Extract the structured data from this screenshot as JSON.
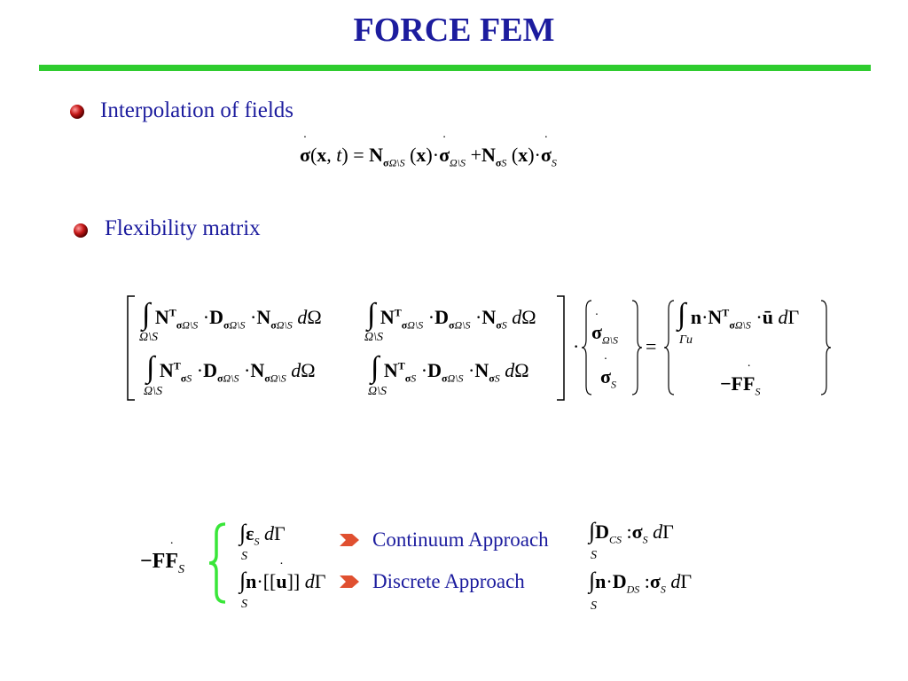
{
  "title": "FORCE FEM",
  "colors": {
    "title": "#1c1c9e",
    "rule": "#2ecc2e",
    "bullet": "#c41818",
    "text": "#1c1c9e",
    "arrow": "#e05030",
    "brace": "#39e639"
  },
  "bullets": [
    {
      "label": "Interpolation of fields",
      "icon": "red-sphere-bullet-icon"
    },
    {
      "label": "Flexibility matrix",
      "icon": "red-sphere-bullet-icon"
    }
  ],
  "equations": {
    "interpolation": {
      "lhs": "σ(x, t) =",
      "term1": "N",
      "term1_sub": "σΩ\\S",
      "term1_arg": "(x) ·",
      "term2": "σ",
      "term2_sub": "Ω\\S",
      "plus": "+",
      "term3": "N",
      "term3_sub": "σS",
      "term3_arg": "(x) ·",
      "term4": "σ",
      "term4_sub": "S"
    },
    "matrix": {
      "rows": [
        [
          "∫ NᵀσΩ\\S · DσΩ\\S · NσΩ\\S dΩ",
          "∫ NᵀσΩ\\S · DσΩ\\S · NσS dΩ"
        ],
        [
          "∫ NᵀσS · DσΩ\\S · NσΩ\\S dΩ",
          "∫ NᵀσS · DσΩ\\S · NσS dΩ"
        ]
      ],
      "limit": "Ω\\S",
      "vector": [
        "σΩ\\S",
        "σS"
      ],
      "rhs": [
        "∫ n · NᵀσΩ\\S · ū dΓ",
        "−FFS"
      ],
      "rhs_limit": "Γu"
    },
    "ffs": {
      "lhs": "−FF",
      "lhs_sub": "S",
      "cases": [
        {
          "integrand": "εS dΓ",
          "limit": "S",
          "approach": "Continuum Approach",
          "result": "DCS : σS dΓ",
          "result_limit": "S"
        },
        {
          "integrand": "n · [[u̇]] dΓ",
          "limit": "S",
          "approach": "Discrete Approach",
          "result": "n · DDS : σS dΓ",
          "result_limit": "S"
        }
      ]
    }
  }
}
